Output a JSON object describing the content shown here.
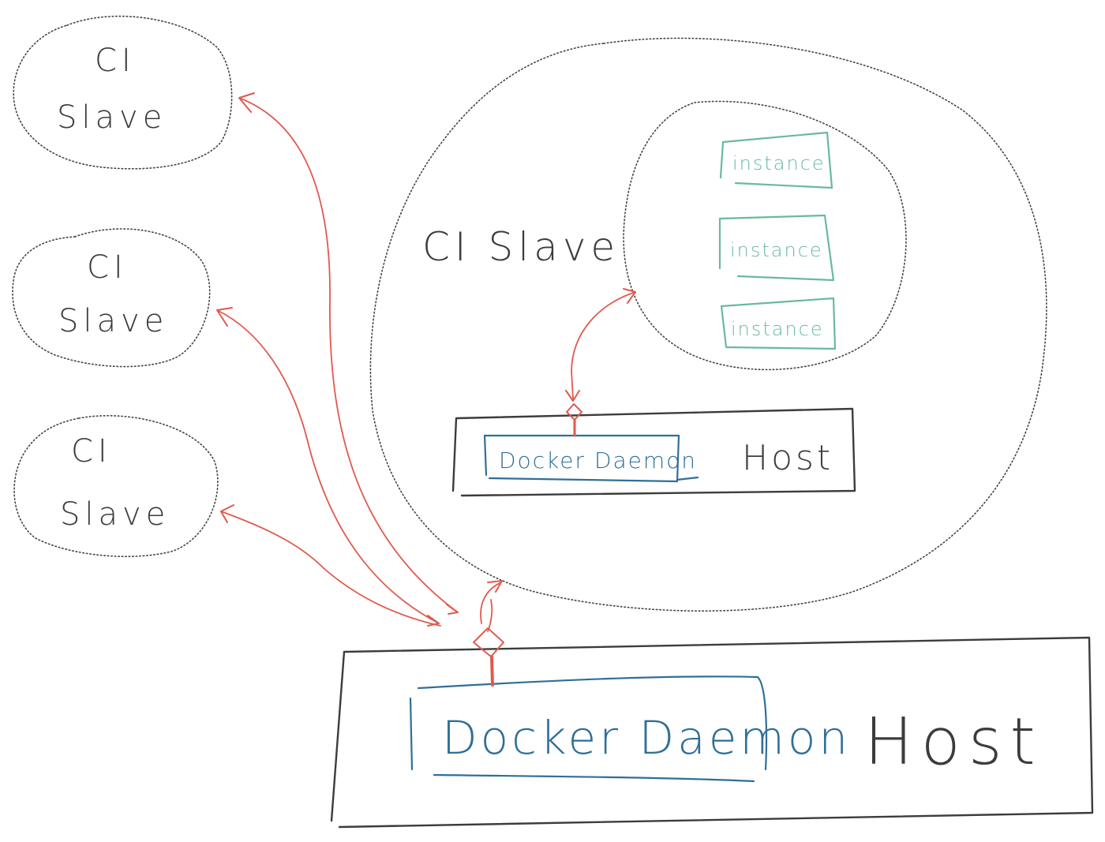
{
  "diagram": {
    "title": "CI slaves sharing Docker daemons (Docker-in-Docker sketch)",
    "colors": {
      "outline": "#3c3c3c",
      "docker": "#2f6f98",
      "instance": "#6ab8a4",
      "connection": "#e05a4e"
    },
    "ci_slaves_left": [
      {
        "line1": "CI",
        "line2": "Slave"
      },
      {
        "line1": "CI",
        "line2": "Slave"
      },
      {
        "line1": "CI",
        "line2": "Slave"
      }
    ],
    "big_ci_slave": {
      "label": "CI Slave",
      "instances": [
        "instance",
        "instance",
        "instance"
      ],
      "inner_host": {
        "daemon_label": "Docker Daemon",
        "host_label": "Host"
      }
    },
    "bottom_host": {
      "daemon_label": "Docker Daemon",
      "host_label": "Host"
    },
    "connections": [
      {
        "from": "CI Slave (top-left)",
        "to": "Bottom Docker Daemon",
        "bidirectional": true
      },
      {
        "from": "CI Slave (middle-left)",
        "to": "Bottom Docker Daemon",
        "bidirectional": true
      },
      {
        "from": "CI Slave (bottom-left)",
        "to": "Bottom Docker Daemon",
        "bidirectional": true
      },
      {
        "from": "Big CI Slave",
        "to": "Bottom Docker Daemon",
        "bidirectional": true
      },
      {
        "from": "Instances group",
        "to": "Inner Docker Daemon",
        "bidirectional": true
      }
    ]
  }
}
